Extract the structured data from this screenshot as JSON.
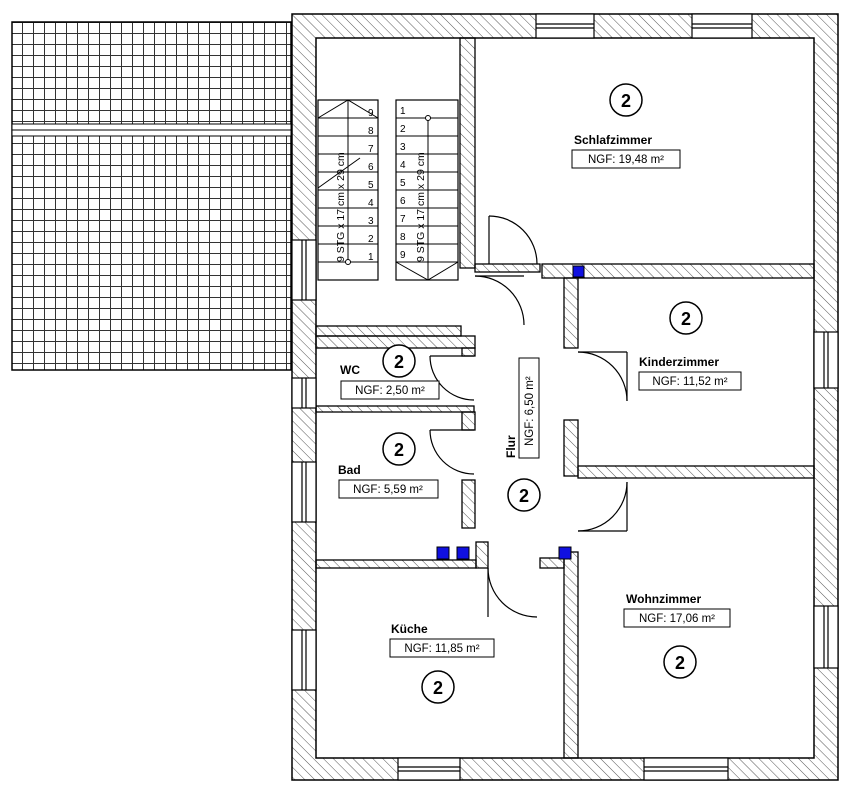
{
  "rooms": {
    "schlafzimmer": {
      "name": "Schlafzimmer",
      "area": "NGF: 19,48 m²",
      "badge": "2"
    },
    "kinderzimmer": {
      "name": "Kinderzimmer",
      "area": "NGF: 11,52 m²",
      "badge": "2"
    },
    "wc": {
      "name": "WC",
      "area": "NGF: 2,50 m²",
      "badge": "2"
    },
    "bad": {
      "name": "Bad",
      "area": "NGF: 5,59 m²",
      "badge": "2"
    },
    "flur": {
      "name": "Flur",
      "area": "NGF: 6,50 m²",
      "badge": "2"
    },
    "kueche": {
      "name": "Küche",
      "area": "NGF: 11,85 m²",
      "badge": "2"
    },
    "wohnzimmer": {
      "name": "Wohnzimmer",
      "area": "NGF: 17,06 m²",
      "badge": "2"
    }
  },
  "stairs": {
    "label": "9 STG x 17 cm x 29 cm",
    "left_steps": [
      "1",
      "2",
      "3",
      "4",
      "5",
      "6",
      "7",
      "8",
      "9"
    ],
    "right_steps": [
      "1",
      "2",
      "3",
      "4",
      "5",
      "6",
      "7",
      "8",
      "9"
    ]
  },
  "colors": {
    "wall": "#000000",
    "hatch": "#555555",
    "marker": "#1010e0",
    "background": "#ffffff"
  }
}
